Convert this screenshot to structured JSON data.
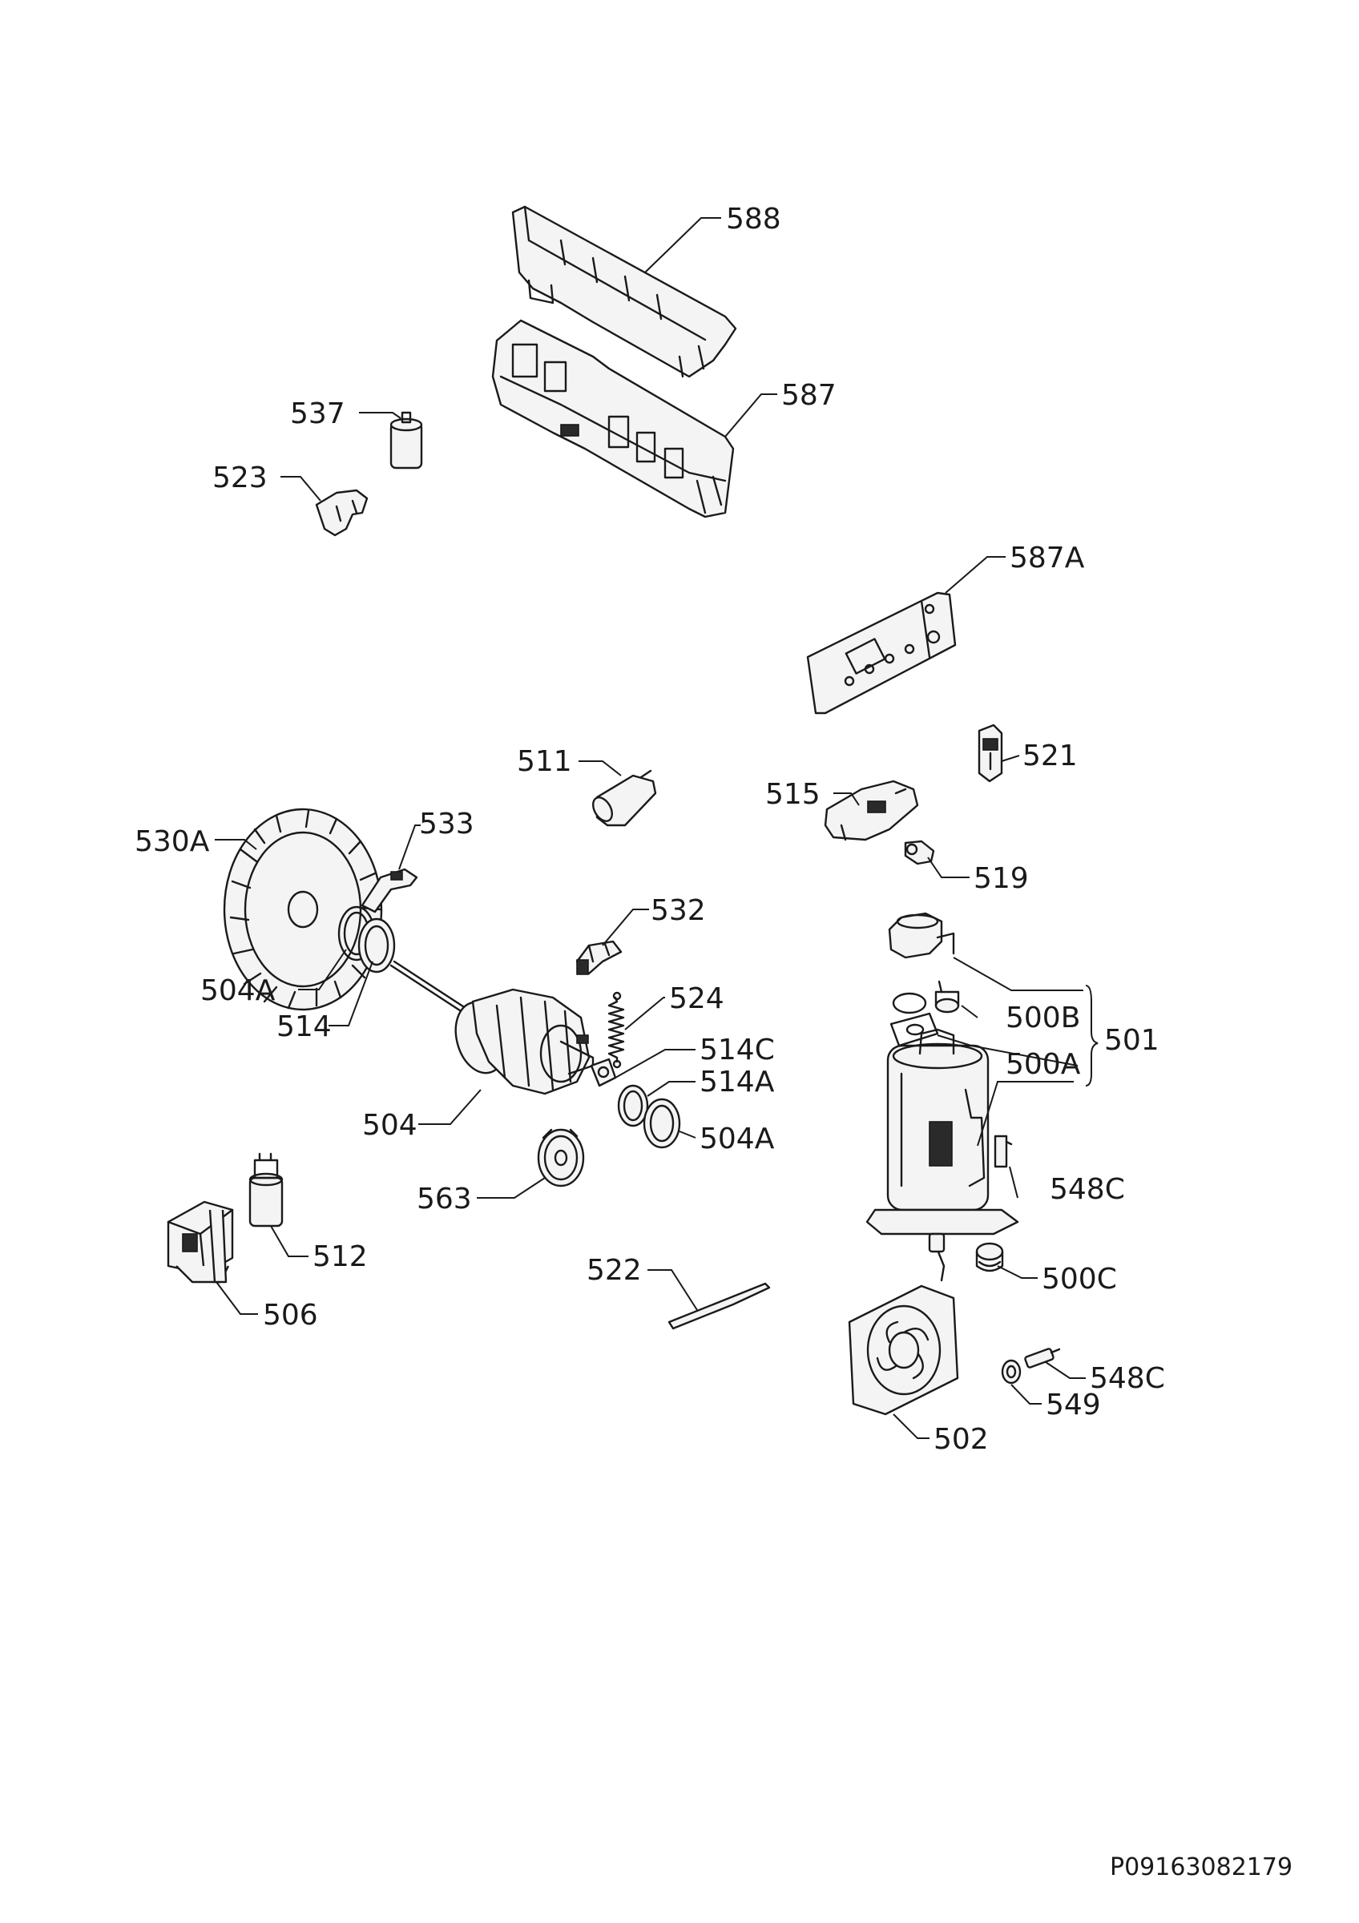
{
  "labels": {
    "l588": "588",
    "l587": "587",
    "l537": "537",
    "l523": "523",
    "l587A": "587A",
    "l511": "511",
    "l521": "521",
    "l515": "515",
    "l533": "533",
    "l530A": "530A",
    "l519": "519",
    "l532": "532",
    "l504A_left": "504A",
    "l514": "514",
    "l524": "524",
    "l500B": "500B",
    "l501": "501",
    "l500A": "500A",
    "l514C": "514C",
    "l514A": "514A",
    "l504": "504",
    "l504A_right": "504A",
    "l548C_top": "548C",
    "l563": "563",
    "l512": "512",
    "l500C": "500C",
    "l522": "522",
    "l506": "506",
    "l548C_bottom": "548C",
    "l549": "549",
    "l502": "502"
  },
  "document_code": "P09163082179"
}
